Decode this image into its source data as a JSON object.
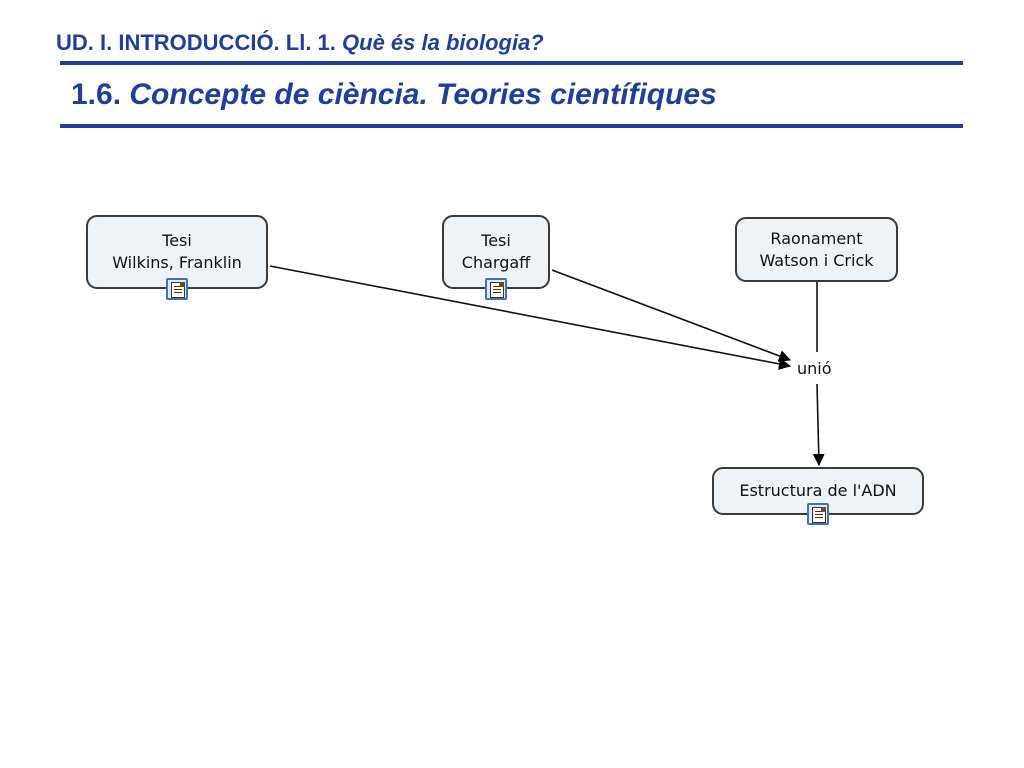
{
  "header": {
    "line1_prefix": "UD. I. INTRODUCCIÓ. Ll. 1.",
    "line1_italic": "Què és la biologia?",
    "line2_prefix": "1.6.",
    "line2_italic": "Concepte de ciència. Teories científiques"
  },
  "diagram": {
    "nodes": {
      "wilkins": {
        "line1": "Tesi",
        "line2": "Wilkins, Franklin"
      },
      "chargaff": {
        "line1": "Tesi",
        "line2": "Chargaff"
      },
      "watson": {
        "line1": "Raonament",
        "line2": "Watson i Crick"
      },
      "adn": {
        "line1": "Estructura de l'ADN"
      }
    },
    "link_label": "unió",
    "icon": "document-icon"
  }
}
